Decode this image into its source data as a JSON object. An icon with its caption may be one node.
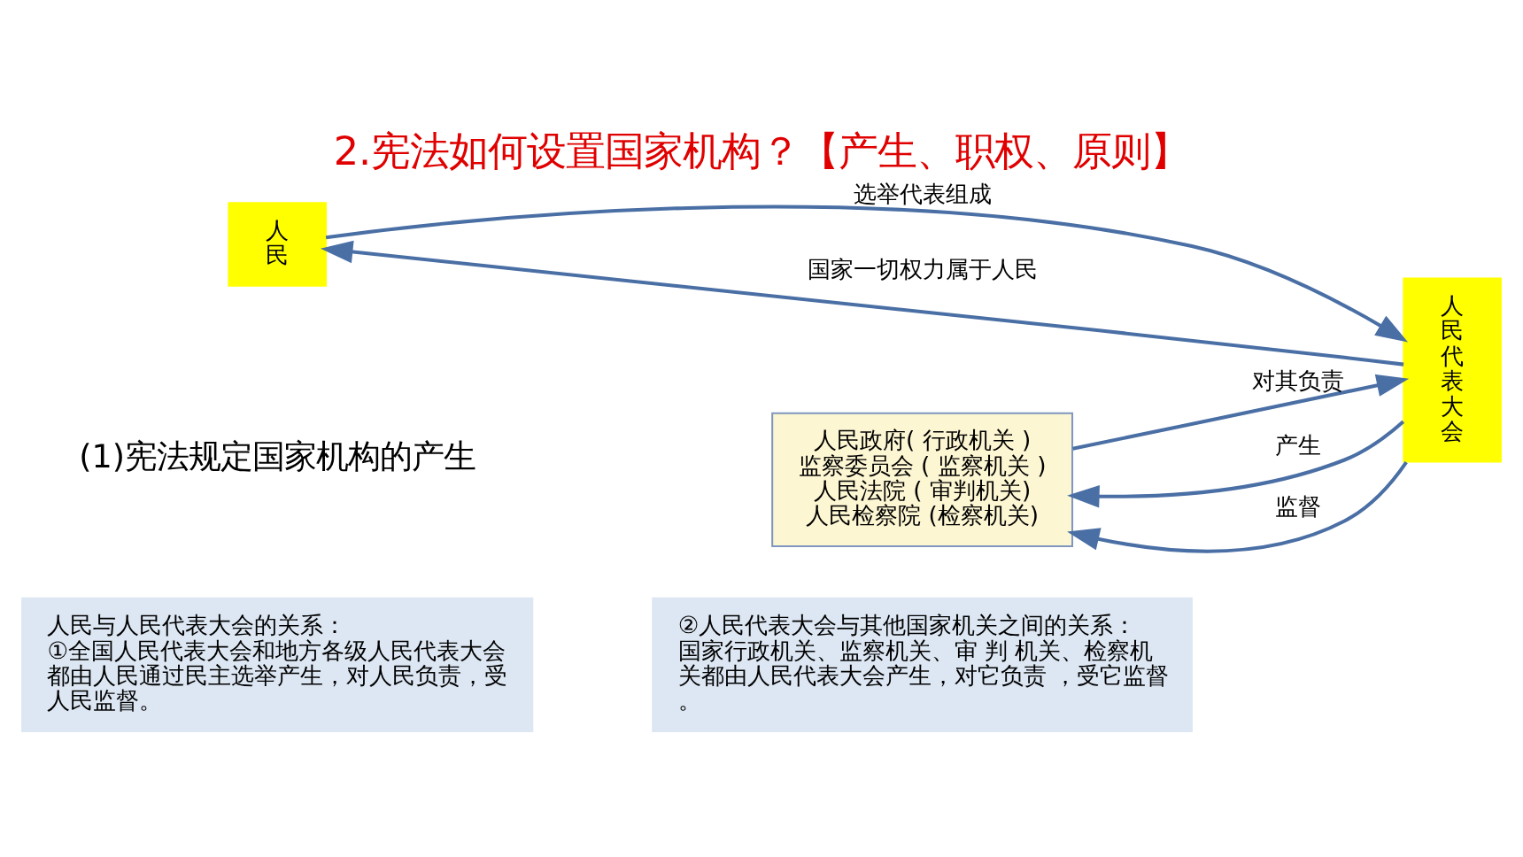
{
  "diagram": {
    "title": "2.宪法如何设置国家机构？【产生、职权、原则】",
    "nodes": [
      {
        "text": [
          "人民与人民代表大会的关系：",
          "①全国人民代表大会和地方各级人民代表大会都由人民通过民主选举产生，对人民负责，受人民监督。"
        ]
      },
      {
        "text": [
          "②人民代表大会与其他国家机关之间的关系：",
          "国家行政机关、监察机关、审 判 机关、检察机关都由人民代表大会产生，对它负责 ，受它监督。"
        ]
      },
      {
        "text": [
          "人",
          "民"
        ]
      },
      {
        "text": [
          "人民代表大会"
        ]
      },
      {
        "text": [
          "人民政府( 行政机关 )",
          "监察委员会 ( 监察机关 )",
          "人民法院 ( 审判机关)",
          "人民检察院 (检察机关)"
        ]
      }
    ],
    "edges": [
      {
        "from": 3,
        "to": 2,
        "arrow": "to",
        "label": "国家一切权力属于人民"
      },
      {
        "from": 2,
        "to": 3,
        "arrow": "to",
        "label": "选举代表组成"
      },
      {
        "from": 3,
        "to": 4,
        "arrow": "to",
        "label": "产生"
      },
      {
        "from": 4,
        "to": 3,
        "arrow": "to",
        "label": "对其负责"
      },
      {
        "from": 3,
        "to": 4,
        "arrow": "to",
        "label": "监督"
      }
    ],
    "labels": [
      "(1)宪法规定国家机构的产生"
    ]
  }
}
